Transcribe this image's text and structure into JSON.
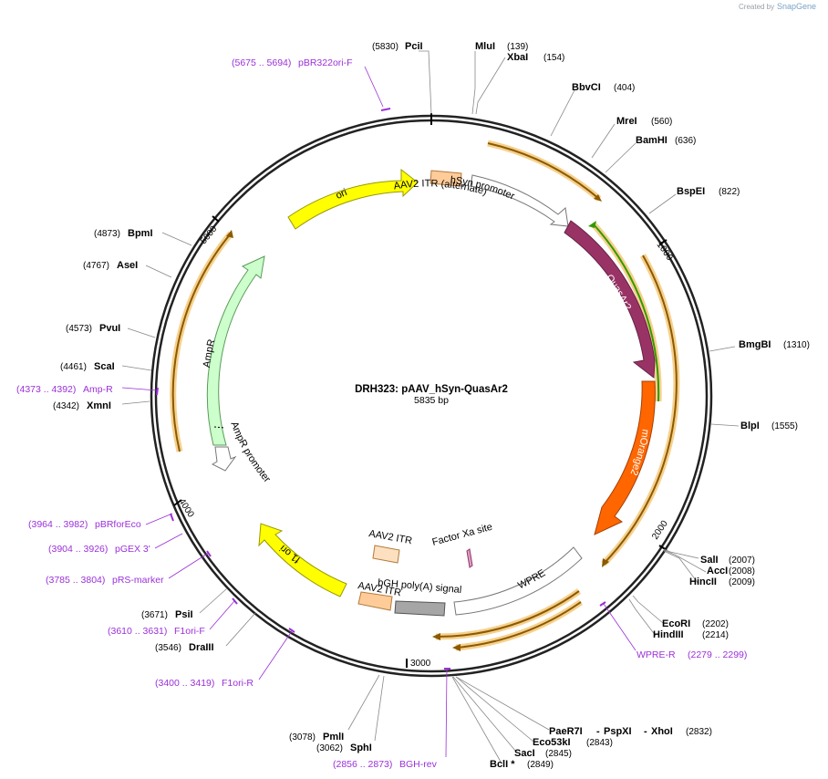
{
  "credit": {
    "created_by": "Created by",
    "brand": "SnapGene"
  },
  "plasmid": {
    "name": "DRH323: pAAV_hSyn-QuasAr2",
    "length": "5835 bp"
  },
  "ticks": [
    "1000",
    "2000",
    "3000",
    "4000",
    "5000"
  ],
  "sites": [
    {
      "name": "PciI",
      "pos": "(5830)"
    },
    {
      "name": "MluI",
      "pos": "(139)"
    },
    {
      "name": "XbaI",
      "pos": "(154)"
    },
    {
      "name": "BbvCI",
      "pos": "(404)"
    },
    {
      "name": "MreI",
      "pos": "(560)"
    },
    {
      "name": "BamHI",
      "pos": "(636)"
    },
    {
      "name": "BspEI",
      "pos": "(822)"
    },
    {
      "name": "BmgBI",
      "pos": "(1310)"
    },
    {
      "name": "BlpI",
      "pos": "(1555)"
    },
    {
      "name": "SalI",
      "pos": "(2007)"
    },
    {
      "name": "AccI",
      "pos": "(2008)"
    },
    {
      "name": "HincII",
      "pos": "(2009)"
    },
    {
      "name": "EcoRI",
      "pos": "(2202)"
    },
    {
      "name": "HindIII",
      "pos": "(2214)"
    },
    {
      "name": "PaeR7I",
      "pos": ""
    },
    {
      "name": "PspXI",
      "pos": ""
    },
    {
      "name": "XhoI",
      "pos": "(2832)"
    },
    {
      "name": "Eco53kI",
      "pos": "(2843)"
    },
    {
      "name": "SacI",
      "pos": "(2845)"
    },
    {
      "name": "BclI *",
      "pos": "(2849)"
    },
    {
      "name": "SphI",
      "pos": "(3062)"
    },
    {
      "name": "PmlI",
      "pos": "(3078)"
    },
    {
      "name": "DraIII",
      "pos": "(3546)"
    },
    {
      "name": "PsiI",
      "pos": "(3671)"
    },
    {
      "name": "XmnI",
      "pos": "(4342)"
    },
    {
      "name": "ScaI",
      "pos": "(4461)"
    },
    {
      "name": "PvuI",
      "pos": "(4573)"
    },
    {
      "name": "AseI",
      "pos": "(4767)"
    },
    {
      "name": "BpmI",
      "pos": "(4873)"
    }
  ],
  "primers": [
    {
      "name": "pBR322ori-F",
      "range": "(5675 .. 5694)"
    },
    {
      "name": "WPRE-R",
      "range": "(2279 .. 2299)"
    },
    {
      "name": "BGH-rev",
      "range": "(2856 .. 2873)"
    },
    {
      "name": "F1ori-R",
      "range": "(3400 .. 3419)"
    },
    {
      "name": "F1ori-F",
      "range": "(3610 .. 3631)"
    },
    {
      "name": "pRS-marker",
      "range": "(3785 .. 3804)"
    },
    {
      "name": "pGEX 3'",
      "range": "(3904 .. 3926)"
    },
    {
      "name": "pBRforEco",
      "range": "(3964 .. 3982)"
    },
    {
      "name": "Amp-R",
      "range": "(4373 .. 4392)"
    }
  ],
  "features": {
    "aav2_itr_alt": "AAV2 ITR (alternate)",
    "hsyn_promoter": "hSyn promoter",
    "quasar2": "QuasAr2",
    "morange2": "mOrange2",
    "wpre": "WPRE",
    "bgh": "bGH poly(A) signal",
    "aav2_itr": "AAV2 ITR",
    "aav2_itr_2": "AAV2 ITR",
    "factor_xa": "Factor Xa site",
    "f1_ori": "f1 ori",
    "ampr": "AmpR",
    "ampr_promoter": "AmpR promoter",
    "ori": "ori"
  },
  "colors": {
    "backbone": "#222222",
    "primer": "#9b30d9",
    "ori": "#ffff00",
    "ampr": "#ccffcc",
    "quasar2": "#993366",
    "morange2": "#ff6600",
    "itr": "#ffcc99",
    "bgh": "#a6a6a6",
    "orf_halo": "#f6d08d",
    "orf_arrow": "#8b5a00",
    "orf_green": "#339900"
  }
}
